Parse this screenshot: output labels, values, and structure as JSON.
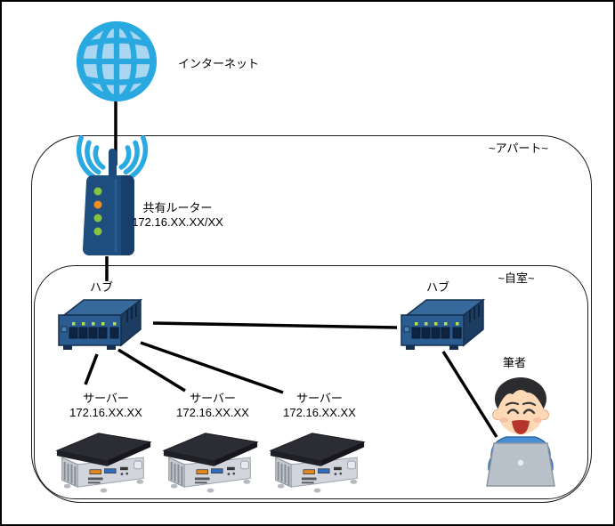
{
  "diagram": {
    "internet_label": "インターネット",
    "apartment_zone_label": "~アパート~",
    "room_zone_label": "~自室~",
    "router": {
      "name": "共有ルーター",
      "ip": "172.16.XX.XX/XX"
    },
    "hubs": [
      {
        "label": "ハブ"
      },
      {
        "label": "ハブ"
      }
    ],
    "servers": [
      {
        "name": "サーバー",
        "ip": "172.16.XX.XX"
      },
      {
        "name": "サーバー",
        "ip": "172.16.XX.XX"
      },
      {
        "name": "サーバー",
        "ip": "172.16.XX.XX"
      }
    ],
    "author_label": "筆者",
    "colors": {
      "globe_blue": "#29a9e0",
      "globe_fill": "#a9d7f2",
      "router_navy": "#1e4e80",
      "hub_blue": "#2b5c91",
      "hub_dark": "#1c3c62",
      "led_green": "#86c341",
      "led_orange": "#ef8f1d",
      "server_grey": "#d2d6dc",
      "server_top": "#2c2c34",
      "shirt_blue": "#4a8fd6",
      "laptop_grey": "#b9c1cb",
      "line_black": "#000000"
    }
  }
}
